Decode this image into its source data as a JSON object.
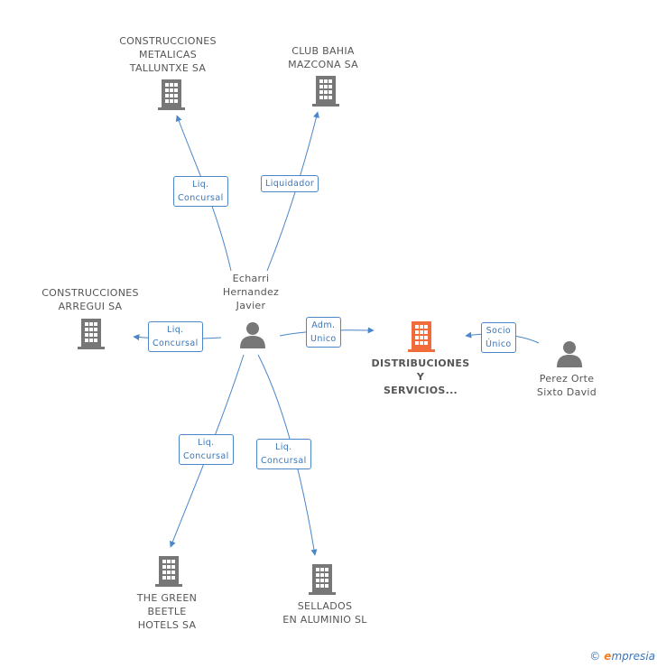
{
  "colors": {
    "node": "#777777",
    "center_node": "#f26b3a",
    "edge": "#4a86c8"
  },
  "nodes": {
    "talluntxe": {
      "label": "CONSTRUCCIONES\nMETALICAS\nTALLUNTXE SA",
      "type": "company"
    },
    "bahia": {
      "label": "CLUB BAHIA\nMAZCONA SA",
      "type": "company"
    },
    "arregui": {
      "label": "CONSTRUCCIONES\nARREGUI SA",
      "type": "company"
    },
    "echarri": {
      "label": "Echarri\nHernandez\nJavier",
      "type": "person"
    },
    "distribuciones": {
      "label": "DISTRIBUCIONES\nY\nSERVICIOS...",
      "type": "center"
    },
    "perez": {
      "label": "Perez Orte\nSixto David",
      "type": "person"
    },
    "green": {
      "label": "THE GREEN\nBEETLE\nHOTELS SA",
      "type": "company"
    },
    "sellados": {
      "label": "SELLADOS\nEN ALUMINIO SL",
      "type": "company"
    }
  },
  "edges": {
    "e1": {
      "label": "Liq.\nConcursal"
    },
    "e2": {
      "label": "Liquidador"
    },
    "e3": {
      "label": "Liq.\nConcursal"
    },
    "e4": {
      "label": "Adm.\nUnico"
    },
    "e5": {
      "label": "Socio\nÚnico"
    },
    "e6": {
      "label": "Liq.\nConcursal"
    },
    "e7": {
      "label": "Liq.\nConcursal"
    }
  },
  "footer": {
    "copyright": "©",
    "brand_initial": "e",
    "brand_rest": "mpresia"
  }
}
